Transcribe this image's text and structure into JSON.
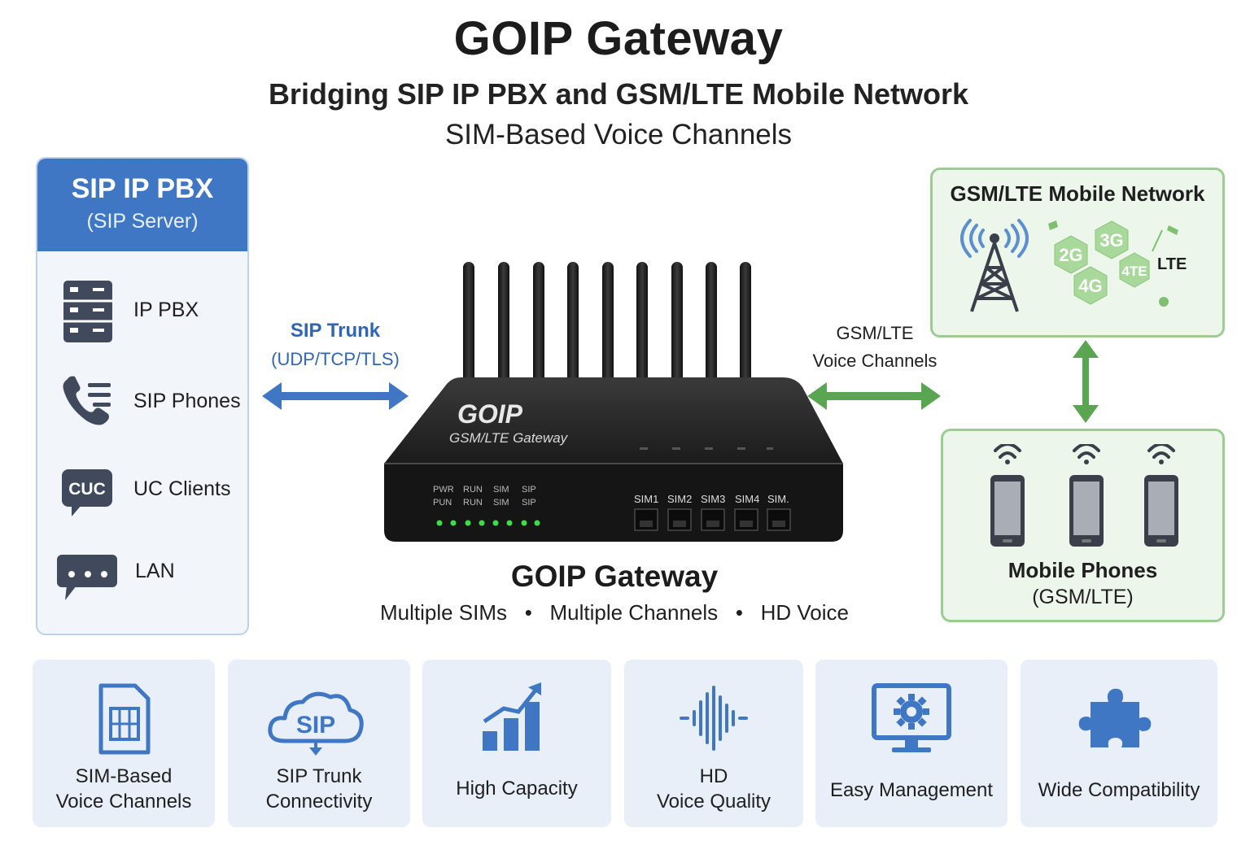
{
  "header": {
    "title": "GOIP Gateway",
    "subtitle": "Bridging SIP IP PBX and GSM/LTE Mobile Network",
    "subtitle2": "SIM-Based Voice Channels"
  },
  "pbx": {
    "title": "SIP IP PBX",
    "subtitle": "(SIP Server)",
    "items": [
      {
        "label": "IP PBX",
        "icon": "server-icon"
      },
      {
        "label": "SIP Phones",
        "icon": "phone-list-icon"
      },
      {
        "label": "UC Clients",
        "icon": "chat-cuc-icon",
        "badge": "CUC"
      },
      {
        "label": "LAN",
        "icon": "chat-bubble-icon"
      }
    ]
  },
  "links": {
    "sip_trunk_label": "SIP Trunk",
    "sip_trunk_protocols": "(UDP/TCP/TLS)",
    "gsm_label_1": "GSM/LTE",
    "gsm_label_2": "Voice Channels"
  },
  "device": {
    "brand": "GOIP",
    "model": "GSM/LTE Gateway",
    "led_top": [
      "PWR",
      "RUN",
      "SIM",
      "SIP"
    ],
    "led_bottom": [
      "PUN",
      "RUN",
      "SIM",
      "SIP"
    ],
    "sim_ports": [
      "SIM1",
      "SIM2",
      "SIM3",
      "SIM4",
      "SIM."
    ],
    "caption": "GOIP Gateway",
    "features": [
      "Multiple SIMs",
      "Multiple Channels",
      "HD Voice"
    ]
  },
  "network": {
    "title": "GSM/LTE Mobile Network",
    "badges": [
      "2G",
      "3G",
      "4G",
      "4TE"
    ],
    "lte_label": "LTE"
  },
  "phones": {
    "title": "Mobile Phones",
    "subtitle": "(GSM/LTE)"
  },
  "cards": [
    {
      "line1": "SIM-Based",
      "line2": "Voice Channels",
      "icon": "sim-card-icon"
    },
    {
      "line1": "SIP Trunk",
      "line2": "Connectivity",
      "icon": "sip-cloud-icon",
      "icon_text": "SIP"
    },
    {
      "line1": "High Capacity",
      "line2": "",
      "icon": "bar-chart-icon"
    },
    {
      "line1": "HD",
      "line2": "Voice Quality",
      "icon": "waveform-icon"
    },
    {
      "line1": "Easy Management",
      "line2": "",
      "icon": "monitor-gear-icon"
    },
    {
      "line1": "Wide Compatibility",
      "line2": "",
      "icon": "puzzle-icon"
    }
  ],
  "colors": {
    "blue": "#3f77c4",
    "green": "#5aa552",
    "device": "#1d1d1d"
  }
}
